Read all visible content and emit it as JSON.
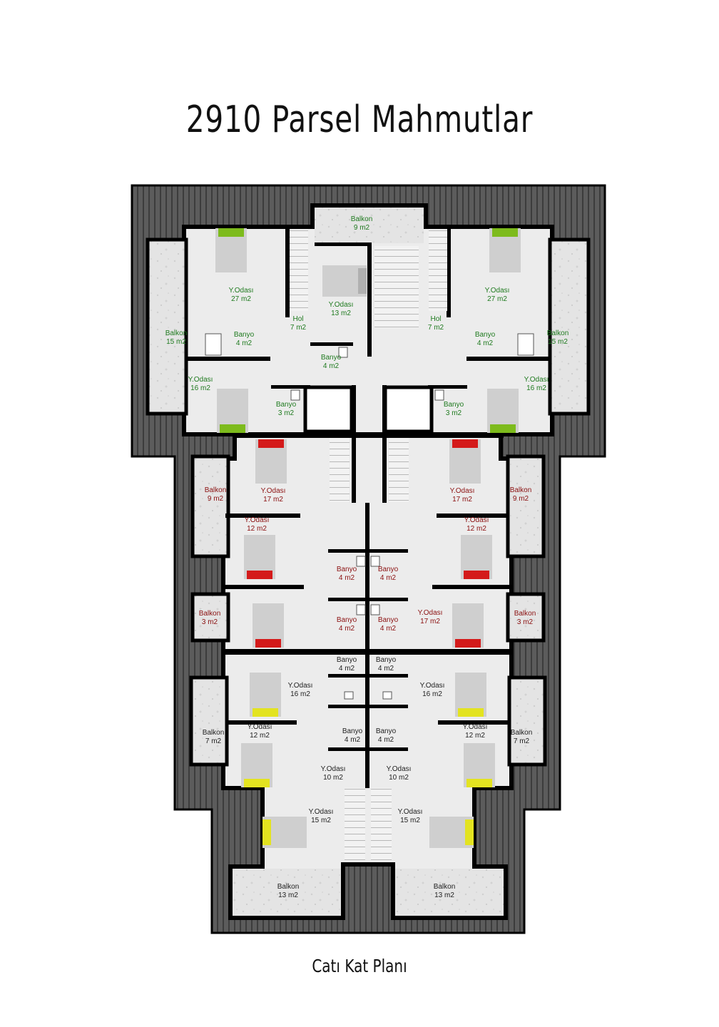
{
  "title": "2910 Parsel Mahmutlar",
  "subtitle": "Catı Kat Planı",
  "colors": {
    "label_green": "#1f7a1f",
    "label_red": "#8b1010",
    "label_black": "#222222",
    "bed_green": "#7dbb1c",
    "bed_red": "#d41a1a",
    "bed_yellow": "#e3e320",
    "roof": "#555555",
    "wall": "#000000",
    "floor": "#e9e9e9",
    "balcony": "#e0e0e0"
  },
  "rooms": [
    {
      "name": "Balkon",
      "area": "9 m2",
      "color": "green"
    },
    {
      "name": "Y.Odası",
      "area": "27 m2",
      "color": "green"
    },
    {
      "name": "Y.Odası",
      "area": "13 m2",
      "color": "green"
    },
    {
      "name": "Y.Odası",
      "area": "27 m2",
      "color": "green"
    },
    {
      "name": "Hol",
      "area": "7 m2",
      "color": "green"
    },
    {
      "name": "Hol",
      "area": "7 m2",
      "color": "green"
    },
    {
      "name": "Balkon",
      "area": "15 m2",
      "color": "green"
    },
    {
      "name": "Banyo",
      "area": "4 m2",
      "color": "green"
    },
    {
      "name": "Banyo",
      "area": "4 m2",
      "color": "green"
    },
    {
      "name": "Balkon",
      "area": "15 m2",
      "color": "green"
    },
    {
      "name": "Banyo",
      "area": "4 m2",
      "color": "green"
    },
    {
      "name": "Y.Odası",
      "area": "16 m2",
      "color": "green"
    },
    {
      "name": "Y.Odası",
      "area": "16 m2",
      "color": "green"
    },
    {
      "name": "Banyo",
      "area": "3 m2",
      "color": "green"
    },
    {
      "name": "Banyo",
      "area": "3 m2",
      "color": "green"
    },
    {
      "name": "Balkon",
      "area": "9 m2",
      "color": "red"
    },
    {
      "name": "Y.Odası",
      "area": "17 m2",
      "color": "red"
    },
    {
      "name": "Y.Odası",
      "area": "17 m2",
      "color": "red"
    },
    {
      "name": "Balkon",
      "area": "9 m2",
      "color": "red"
    },
    {
      "name": "Y.Odası",
      "area": "12 m2",
      "color": "red"
    },
    {
      "name": "Y.Odası",
      "area": "12 m2",
      "color": "red"
    },
    {
      "name": "Banyo",
      "area": "4 m2",
      "color": "red"
    },
    {
      "name": "Banyo",
      "area": "4 m2",
      "color": "red"
    },
    {
      "name": "Balkon",
      "area": "3 m2",
      "color": "red"
    },
    {
      "name": "Banyo",
      "area": "4 m2",
      "color": "red"
    },
    {
      "name": "Banyo",
      "area": "4 m2",
      "color": "red"
    },
    {
      "name": "Y.Odası",
      "area": "17 m2",
      "color": "red"
    },
    {
      "name": "Balkon",
      "area": "3 m2",
      "color": "red"
    },
    {
      "name": "Banyo",
      "area": "4 m2",
      "color": "black"
    },
    {
      "name": "Banyo",
      "area": "4 m2",
      "color": "black"
    },
    {
      "name": "Y.Odası",
      "area": "16 m2",
      "color": "black"
    },
    {
      "name": "Y.Odası",
      "area": "16 m2",
      "color": "black"
    },
    {
      "name": "Y.Odası",
      "area": "12 m2",
      "color": "black"
    },
    {
      "name": "Y.Odası",
      "area": "12 m2",
      "color": "black"
    },
    {
      "name": "Balkon",
      "area": "7 m2",
      "color": "black"
    },
    {
      "name": "Banyo",
      "area": "4 m2",
      "color": "black"
    },
    {
      "name": "Banyo",
      "area": "4 m2",
      "color": "black"
    },
    {
      "name": "Balkon",
      "area": "7 m2",
      "color": "black"
    },
    {
      "name": "Y.Odası",
      "area": "10 m2",
      "color": "black"
    },
    {
      "name": "Y.Odası",
      "area": "10 m2",
      "color": "black"
    },
    {
      "name": "Y.Odası",
      "area": "15 m2",
      "color": "black"
    },
    {
      "name": "Y.Odası",
      "area": "15 m2",
      "color": "black"
    },
    {
      "name": "Balkon",
      "area": "13 m2",
      "color": "black"
    },
    {
      "name": "Balkon",
      "area": "13 m2",
      "color": "black"
    }
  ]
}
